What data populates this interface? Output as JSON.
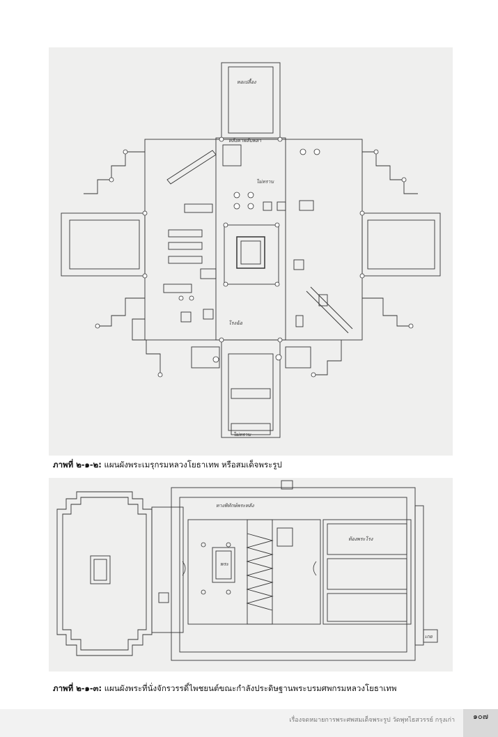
{
  "figure1": {
    "caption_label": "ภาพที่ ๒-๑-๒:",
    "caption_text": " แผนผังพระเมรุกรมหลวงโยธาเทพ หรือสมเด็จพระรูป",
    "plan_labels": [
      "หอเปลื้อง",
      "ไม่ทราบ",
      "หลังคาพลับพลา",
      "โรงฉ้อ",
      "ไม่ทราบ"
    ]
  },
  "figure2": {
    "caption_label": "ภาพที่ ๒-๑-๓:",
    "caption_text": " แผนผังพระที่นั่งจักรวรรดิ์ไพชยนต์ขณะกำลังประดิษฐานพระบรมศพกรมหลวงโยธาเทพ",
    "plan_labels": [
      "ทางพิทักษ์พระหลัง",
      "พระ",
      "ท้องพระโรง",
      "เกย"
    ]
  },
  "footer": {
    "title": "เรื่องจดหมายการพระศพสมเด็จพระรูป วัดพุทไธสวรรย์ กรุงเก่า",
    "page_number": "๑๐๗"
  }
}
